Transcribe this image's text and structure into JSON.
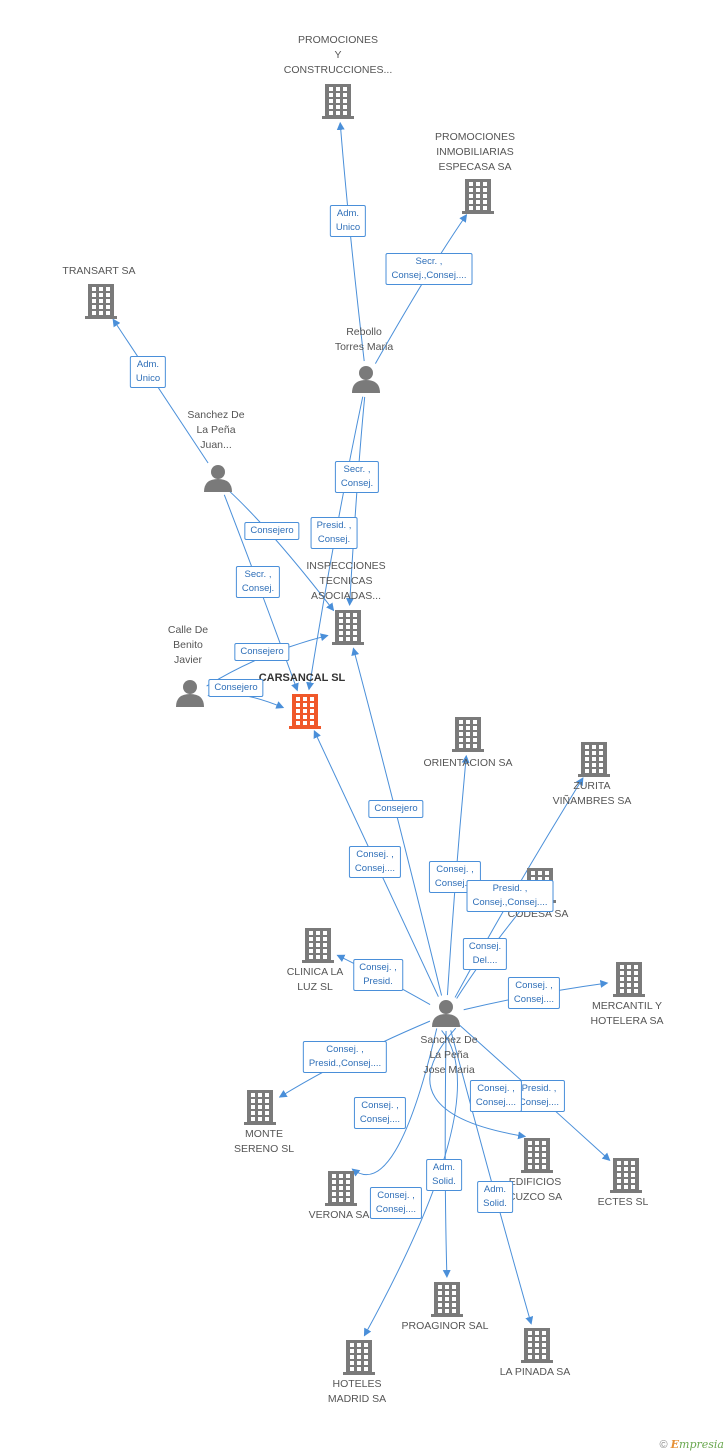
{
  "colors": {
    "link": "#4a8fd9",
    "company": "#7a7a7a",
    "person": "#7a7a7a",
    "focus": "#f0582a"
  },
  "nodes": [
    {
      "id": "promo_constr",
      "kind": "company",
      "label": "PROMOCIONES\nY\nCONSTRUCCIONES..."
    },
    {
      "id": "promo_inmob",
      "kind": "company",
      "label": "PROMOCIONES\nINMOBILIARIAS\nESPECASA SA"
    },
    {
      "id": "transart",
      "kind": "company",
      "label": "TRANSART SA"
    },
    {
      "id": "rebollo",
      "kind": "person",
      "label": "Rebollo\nTorres Maria"
    },
    {
      "id": "sanchez_juan",
      "kind": "person",
      "label": "Sanchez De\nLa Peña\nJuan..."
    },
    {
      "id": "inspecciones",
      "kind": "company",
      "label": "INSPECCIONES\nTECNICAS\nASOCIADAS..."
    },
    {
      "id": "calle",
      "kind": "person",
      "label": "Calle De\nBenito\nJavier"
    },
    {
      "id": "carsancal",
      "kind": "focus",
      "label": "CARSANCAL SL"
    },
    {
      "id": "orientacion",
      "kind": "company",
      "label": "ORIENTACION SA"
    },
    {
      "id": "zurita",
      "kind": "company",
      "label": "ZURITA\nVIÑAMBRES SA"
    },
    {
      "id": "codesa",
      "kind": "company",
      "label": "CODESA SA"
    },
    {
      "id": "clinica",
      "kind": "company",
      "label": "CLINICA LA\nLUZ SL"
    },
    {
      "id": "mercantil",
      "kind": "company",
      "label": "MERCANTIL Y\nHOTELERA SA"
    },
    {
      "id": "sanchez_jose",
      "kind": "person",
      "label": "Sanchez De\nLa Peña\nJose Maria"
    },
    {
      "id": "monte",
      "kind": "company",
      "label": "MONTE\nSERENO  SL"
    },
    {
      "id": "edificios",
      "kind": "company",
      "label": "EDIFICIOS\nCUZCO SA"
    },
    {
      "id": "ectes",
      "kind": "company",
      "label": "ECTES SL"
    },
    {
      "id": "verona",
      "kind": "company",
      "label": "VERONA SA"
    },
    {
      "id": "proaginor",
      "kind": "company",
      "label": "PROAGINOR SAL"
    },
    {
      "id": "lapinada",
      "kind": "company",
      "label": "LA PINADA SA"
    },
    {
      "id": "hoteles",
      "kind": "company",
      "label": "HOTELES\nMADRID SA"
    }
  ],
  "relations": [
    {
      "from": "rebollo",
      "to": "promo_constr",
      "label": "Adm.\nUnico"
    },
    {
      "from": "rebollo",
      "to": "promo_inmob",
      "label": "Secr. ,\nConsej.,Consej...."
    },
    {
      "from": "sanchez_juan",
      "to": "transart",
      "label": "Adm.\nUnico"
    },
    {
      "from": "rebollo",
      "to": "inspecciones",
      "label": "Secr. ,\nConsej."
    },
    {
      "from": "rebollo",
      "to": "carsancal",
      "label": "Presid. ,\nConsej."
    },
    {
      "from": "sanchez_juan",
      "to": "inspecciones",
      "label": "Consejero"
    },
    {
      "from": "sanchez_juan",
      "to": "carsancal",
      "label": "Secr. ,\nConsej."
    },
    {
      "from": "calle",
      "to": "inspecciones",
      "label": "Consejero"
    },
    {
      "from": "calle",
      "to": "carsancal",
      "label": "Consejero"
    },
    {
      "from": "sanchez_jose",
      "to": "inspecciones",
      "label": "Consejero"
    },
    {
      "from": "sanchez_jose",
      "to": "carsancal",
      "label": "Consej. ,\nConsej...."
    },
    {
      "from": "sanchez_jose",
      "to": "orientacion",
      "label": "Consej. ,\nConsej...."
    },
    {
      "from": "sanchez_jose",
      "to": "zurita",
      "label": "Presid. ,\nConsej.,Consej...."
    },
    {
      "from": "sanchez_jose",
      "to": "codesa",
      "label": "Consej.\nDel...."
    },
    {
      "from": "sanchez_jose",
      "to": "clinica",
      "label": "Consej. ,\nPresid."
    },
    {
      "from": "sanchez_jose",
      "to": "mercantil",
      "label": "Consej. ,\nConsej...."
    },
    {
      "from": "sanchez_jose",
      "to": "monte",
      "label": "Consej. ,\nPresid.,Consej...."
    },
    {
      "from": "sanchez_jose",
      "to": "edificios",
      "label": "Consej. ,\nConsej...."
    },
    {
      "from": "sanchez_jose",
      "to": "ectes",
      "label": "Presid. ,\nConsej...."
    },
    {
      "from": "sanchez_jose",
      "to": "verona",
      "label": "Consej. ,\nConsej...."
    },
    {
      "from": "sanchez_jose",
      "to": "proaginor",
      "label": "Adm.\nSolid."
    },
    {
      "from": "sanchez_jose",
      "to": "lapinada",
      "label": "Adm.\nSolid."
    },
    {
      "from": "sanchez_jose",
      "to": "hoteles",
      "label": "Consej. ,\nConsej...."
    }
  ],
  "footer": {
    "copyright": "©",
    "brand_first": "E",
    "brand_rest": "mpresia"
  }
}
